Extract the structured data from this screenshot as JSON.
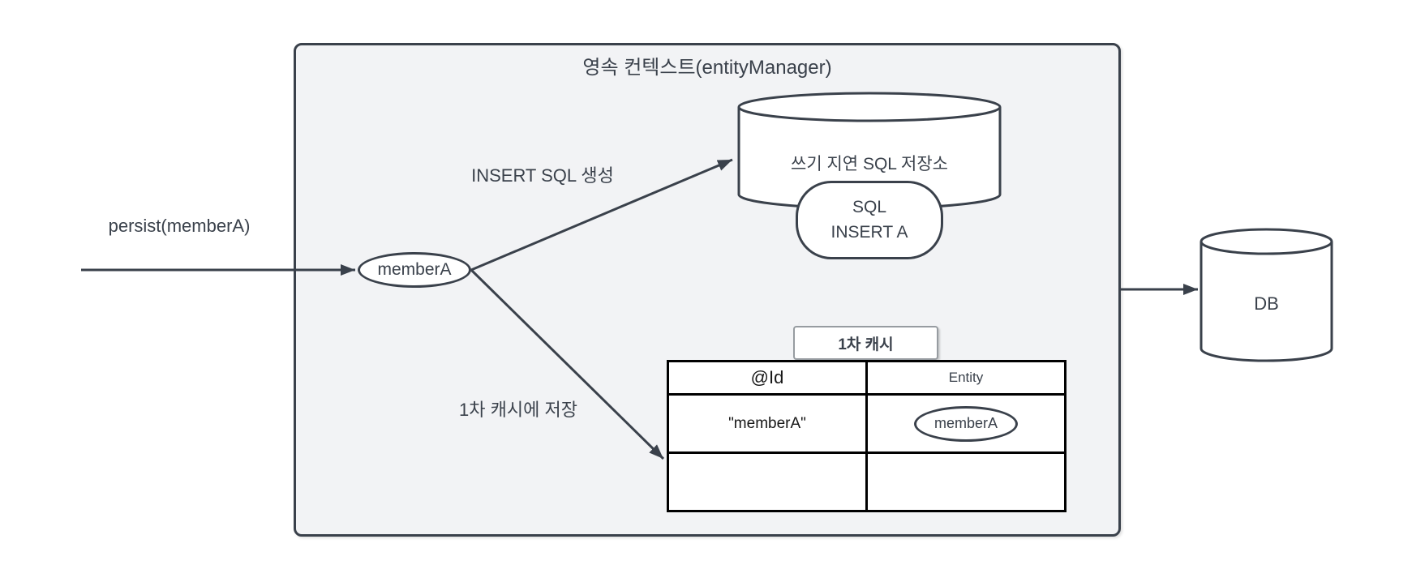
{
  "colors": {
    "stroke": "#3a414b",
    "context_fill": "#f2f3f5",
    "table_border": "#000000",
    "tag_border": "#979ca1",
    "shape_fill": "#ffffff"
  },
  "context": {
    "title": "영속 컨텍스트(entityManager)"
  },
  "labels": {
    "persist": "persist(memberA)",
    "insert_sql": "INSERT SQL 생성",
    "save_cache": "1차 캐시에 저장"
  },
  "member": {
    "name": "memberA"
  },
  "sql_store": {
    "title": "쓰기 지연 SQL 저장소",
    "sql_line1": "SQL",
    "sql_line2": "INSERT A"
  },
  "cache": {
    "tag": "1차 캐시",
    "columns": [
      "@Id",
      "Entity"
    ],
    "rows": [
      {
        "id": "\"memberA\"",
        "entity": "memberA"
      },
      {
        "id": "",
        "entity": ""
      }
    ]
  },
  "db": {
    "label": "DB"
  }
}
